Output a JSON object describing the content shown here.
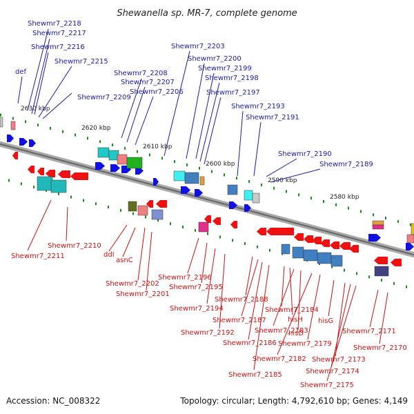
{
  "title": "Shewanella sp. MR-7, complete genome",
  "accession": "Accession: NC_008322",
  "topology": "Topology: circular; Length: 4,792,610 bp; Genes: 4,149",
  "colors": {
    "forward_arrow": "#1010e0",
    "reverse_arrow": "#ee1111",
    "label_blue": "#1a1aa8",
    "label_red": "#cc1010",
    "backbone": "#8a8a8a",
    "tick": "#1a8a1a"
  },
  "scale_labels": [
    "2630 kbp",
    "2620 kbp",
    "2610 kbp",
    "2600 kbp",
    "2590 kbp",
    "2580 kbp"
  ],
  "labels_top": [
    "Shewmr7_2218",
    "Shewmr7_2217",
    "Shewmr7_2216",
    "Shewmr7_2215",
    "def",
    "Shewmr7_2209",
    "Shewmr7_2208",
    "Shewmr7_2207",
    "Shewmr7_2206",
    "Shewmr7_2203",
    "Shewmr7_2200",
    "Shewmr7_2199",
    "Shewmr7_2198",
    "Shewmr7_2197",
    "Shewmr7_2193",
    "Shewmr7_2191",
    "Shewmr7_2190",
    "Shewmr7_2189"
  ],
  "labels_bottom": [
    "Shewmr7_2210",
    "Shewmr7_2211",
    "ddl",
    "asnC",
    "Shewmr7_2202",
    "Shewmr7_2201",
    "Shewmr7_2196",
    "Shewmr7_2195",
    "Shewmr7_2194",
    "Shewmr7_2192",
    "Shewmr7_2188",
    "Shewmr7_2187",
    "Shewmr7_2186",
    "Shewmr7_2185",
    "Shewmr7_2184",
    "hisH",
    "Shewmr7_2183",
    "hisD",
    "Shewmr7_2182",
    "hisG",
    "Shewmr7_2179",
    "Shewmr7_2171",
    "Shewmr7_2170",
    "Shewmr7_2173",
    "Shewmr7_2174",
    "Shewmr7_2175"
  ]
}
